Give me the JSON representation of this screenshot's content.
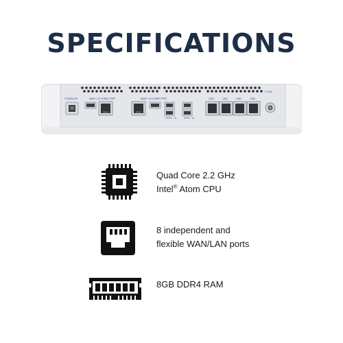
{
  "page": {
    "title": "SPECIFICATIONS"
  },
  "device": {
    "labels": {
      "console": "CONSOLE",
      "wan1": "WAN1 / 1G COMBO PORT",
      "wan2": "WAN2 / 1G COMBO PORT",
      "wan4": "WAN4 · 1G",
      "wan3": "WAN3 · 1G",
      "lan1": "LAN1",
      "lan2": "LAN2",
      "lan3": "LAN3",
      "lan4": "LAN4",
      "power": "12 VDC"
    },
    "colors": {
      "body": "#f4f4f6",
      "panel": "#e6e8ec",
      "label": "#1f4aa0"
    }
  },
  "specs": [
    {
      "icon": "cpu-chip-icon",
      "line1": "Quad Core 2.2 GHz",
      "line2_pre": "Intel",
      "line2_sup": "®",
      "line2_post": " Atom CPU"
    },
    {
      "icon": "ethernet-port-icon",
      "line1": "8 independent and",
      "line2": "flexible WAN/LAN ports"
    },
    {
      "icon": "ram-module-icon",
      "line1": "8GB DDR4 RAM"
    }
  ],
  "colors": {
    "title": "#1d2e47",
    "icon": "#111111"
  }
}
